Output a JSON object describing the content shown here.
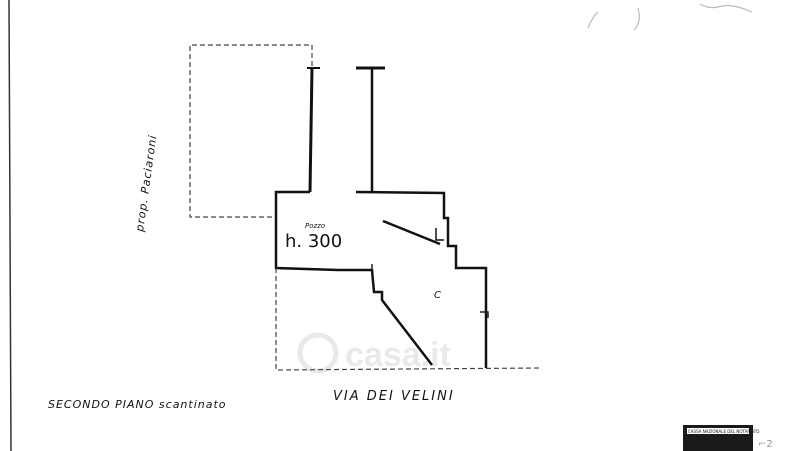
{
  "plan": {
    "neighbor_label": "prop. Paciaroni",
    "room_label_small": "Pozzo",
    "height_label": "h. 300",
    "room_letter": "C",
    "street_label": "VIA  DEI  VELINI",
    "floor_caption": "SECONDO PIANO  scantinato",
    "watermark": "casa.it",
    "stamp_text": "CASSA NAZIONALE DEL NOTARIATO"
  }
}
